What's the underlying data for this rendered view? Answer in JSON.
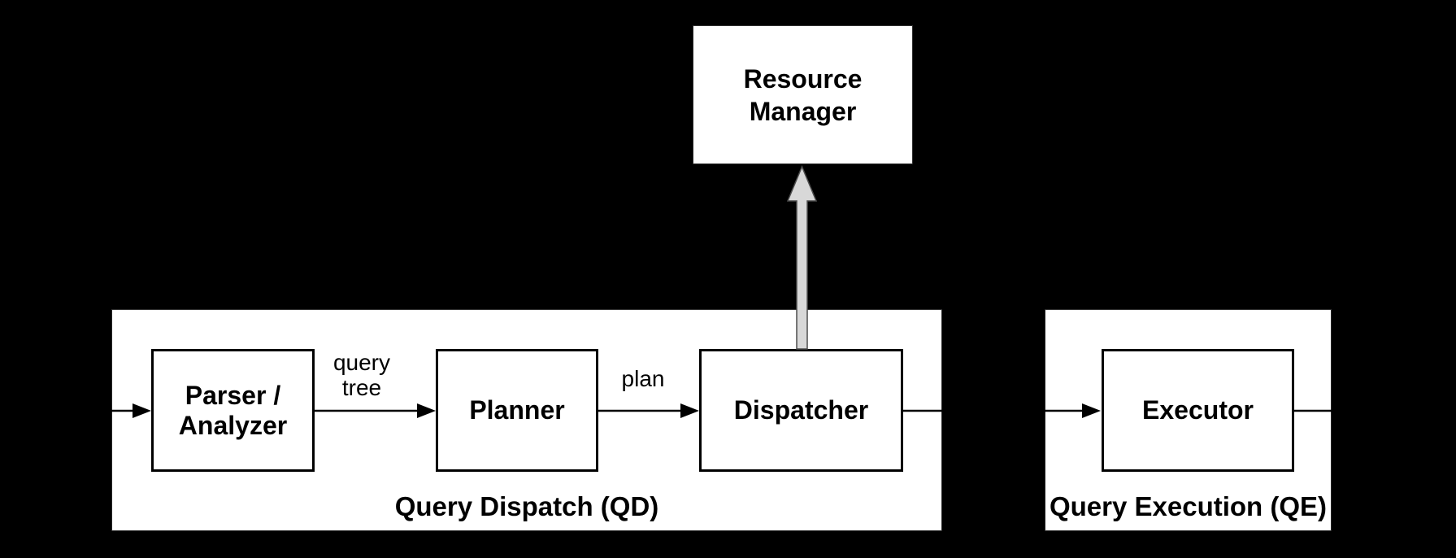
{
  "diagram": {
    "nodes": {
      "resource_manager": {
        "lines": [
          "Resource",
          "Manager"
        ]
      },
      "parser_analyzer": {
        "lines": [
          "Parser /",
          "Analyzer"
        ]
      },
      "planner": {
        "label": "Planner"
      },
      "dispatcher": {
        "label": "Dispatcher"
      },
      "executor": {
        "label": "Executor"
      }
    },
    "groups": {
      "query_dispatch": {
        "label": "Query Dispatch (QD)"
      },
      "query_execution": {
        "label": "Query Execution (QE)"
      }
    },
    "edge_labels": {
      "query_tree": {
        "lines": [
          "query",
          "tree"
        ]
      },
      "plan": {
        "label": "plan"
      }
    },
    "colors": {
      "background": "#000000",
      "box_fill": "#ffffff",
      "line_stroke": "#000000",
      "text": "#000000",
      "gray_arrow_fill": "#d8d8d8",
      "gray_arrow_stroke": "#4d4d4d"
    }
  }
}
